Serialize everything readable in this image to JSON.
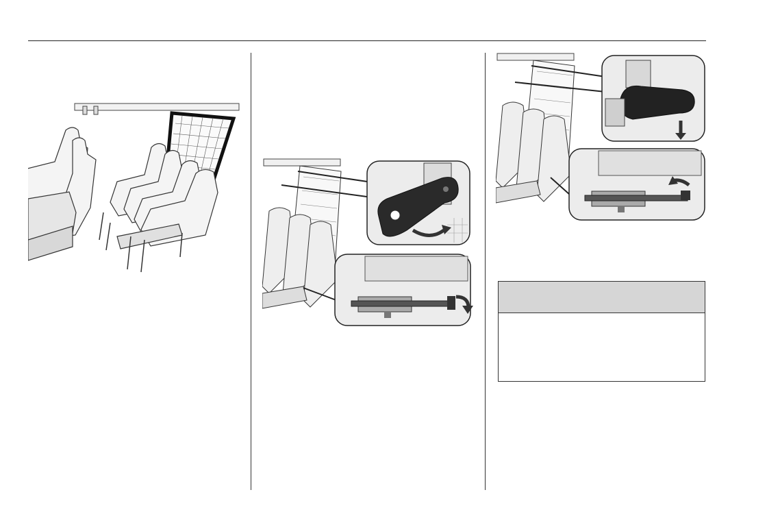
{
  "page": {
    "figures": [
      {
        "id": "fig-1",
        "subject": "seats-with-partition-grille"
      },
      {
        "id": "fig-2",
        "subject": "partition-release-lever-and-bolt"
      },
      {
        "id": "fig-3",
        "subject": "partition-secure-lever-and-bolt"
      }
    ],
    "notice": {
      "heading": "",
      "body": ""
    }
  },
  "colors": {
    "rule": "#222222",
    "notice_header_bg": "#d6d6d6",
    "arrow": "#333333"
  }
}
